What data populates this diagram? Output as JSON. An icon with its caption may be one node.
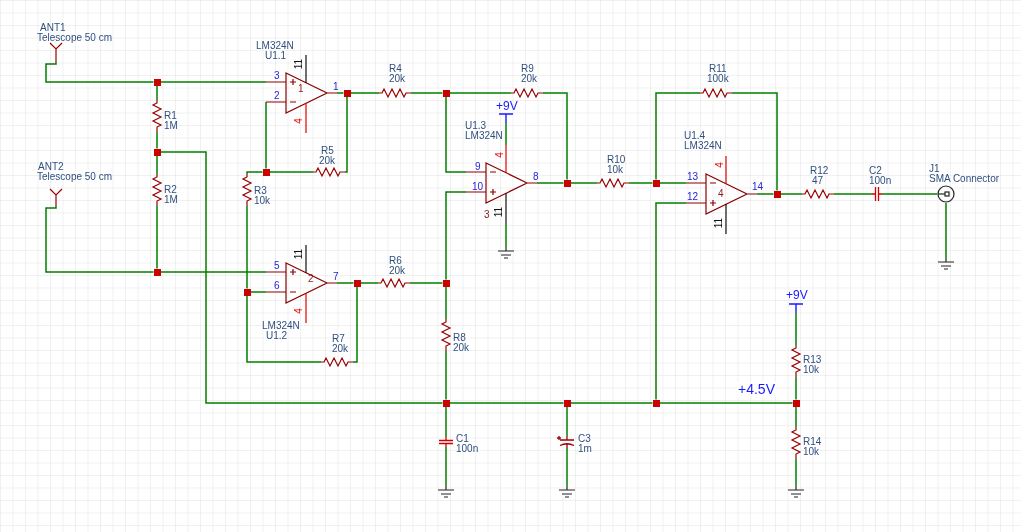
{
  "diagram": {
    "nodes": [
      {
        "text": [],
        "shape": "antenna",
        "beside": [
          "ANT1",
          "Telescope 50 cm"
        ]
      },
      {
        "text": [
          "3",
          "2",
          "1",
          "11",
          "4",
          "1"
        ],
        "beside": [
          "LM324N",
          "U1.1"
        ]
      },
      {
        "text": [],
        "shape": "resistor",
        "beside": [
          "R4",
          "20k"
        ]
      },
      {
        "text": [],
        "shape": "resistor",
        "beside": [
          "R9",
          "20k"
        ]
      },
      {
        "text": [],
        "shape": "resistor",
        "beside": [
          "R11",
          "100k"
        ]
      },
      {
        "text": [],
        "shape": "resistor",
        "beside": [
          "R1",
          "1M"
        ]
      },
      {
        "text": [],
        "shape": "bar",
        "beside": [
          "+9V"
        ]
      },
      {
        "text": [
          "9",
          "10",
          "8",
          "4",
          "11",
          "3"
        ],
        "beside": [
          "U1.3",
          "LM324N"
        ]
      },
      {
        "text": [],
        "shape": "resistor",
        "beside": [
          "R5",
          "20k"
        ]
      },
      {
        "text": [],
        "shape": "antenna",
        "beside": [
          "ANT2",
          "Telescope 50 cm"
        ]
      },
      {
        "text": [],
        "shape": "resistor",
        "beside": [
          "R3",
          "10k"
        ]
      },
      {
        "text": [],
        "shape": "resistor",
        "beside": [
          "R10",
          "10k"
        ]
      },
      {
        "text": [
          "13",
          "12",
          "14",
          "4",
          "11",
          "4"
        ],
        "beside": [
          "U1.4",
          "LM324N"
        ]
      },
      {
        "text": [],
        "shape": "resistor",
        "beside": [
          "R12",
          "47"
        ]
      },
      {
        "text": [],
        "shape": "capacitor",
        "beside": [
          "C2",
          "100n"
        ]
      },
      {
        "text": [],
        "shape": "circle",
        "beside": [
          "J1",
          "SMA Connector"
        ]
      },
      {
        "text": [],
        "shape": "resistor",
        "beside": [
          "R2",
          "1M"
        ]
      },
      {
        "text": [],
        "shape": "ground"
      },
      {
        "text": [],
        "shape": "ground"
      },
      {
        "text": [
          "5",
          "6",
          "7",
          "11",
          "4",
          "2"
        ],
        "beside": [
          "LM324N",
          "U1.2"
        ]
      },
      {
        "text": [],
        "shape": "resistor",
        "beside": [
          "R6",
          "20k"
        ]
      },
      {
        "text": [],
        "shape": "bar",
        "beside": [
          "+9V"
        ]
      },
      {
        "text": [],
        "shape": "resistor",
        "beside": [
          "R7",
          "20k"
        ]
      },
      {
        "text": [],
        "shape": "resistor",
        "beside": [
          "R8",
          "20k"
        ]
      },
      {
        "text": [],
        "shape": "resistor",
        "beside": [
          "R13",
          "10k"
        ]
      },
      {
        "text": [],
        "shape": "capacitor",
        "beside": [
          "C1",
          "100n"
        ]
      },
      {
        "text": [],
        "shape": "capacitor",
        "beside": [
          "C3",
          "1m"
        ]
      },
      {
        "text": [],
        "shape": "resistor",
        "beside": [
          "R14",
          "10k"
        ]
      },
      {
        "text": [],
        "shape": "ground"
      },
      {
        "text": [],
        "shape": "ground"
      },
      {
        "text": [],
        "shape": "ground"
      },
      {
        "text": [],
        "shape": "box"
      },
      {
        "text": [],
        "shape": "box"
      },
      {
        "text": [],
        "shape": "box"
      },
      {
        "text": [],
        "shape": "box"
      },
      {
        "text": [],
        "shape": "box"
      },
      {
        "text": [],
        "shape": "box"
      },
      {
        "text": [],
        "shape": "box"
      },
      {
        "text": [],
        "shape": "box"
      },
      {
        "text": [],
        "shape": "box"
      },
      {
        "text": [],
        "shape": "box"
      },
      {
        "text": [],
        "shape": "box"
      },
      {
        "text": [],
        "shape": "box"
      },
      {
        "text": [],
        "shape": "box"
      },
      {
        "text": [],
        "shape": "box"
      },
      {
        "text": [],
        "shape": "box"
      },
      {
        "text": [],
        "shape": "box"
      }
    ],
    "edges": [
      {
        "from": 0,
        "to": 31,
        "arrow": "none"
      },
      {
        "from": 31,
        "to": 1,
        "arrow": "none"
      },
      {
        "from": 31,
        "to": 5,
        "arrow": "none"
      },
      {
        "from": 5,
        "to": 32,
        "arrow": "none"
      },
      {
        "from": 32,
        "to": 16,
        "arrow": "none"
      },
      {
        "from": 16,
        "to": 33,
        "arrow": "none"
      },
      {
        "from": 9,
        "to": 33,
        "arrow": "none"
      },
      {
        "from": 33,
        "to": 19,
        "arrow": "none"
      },
      {
        "from": 32,
        "to": 43,
        "arrow": "none"
      },
      {
        "from": 1,
        "to": 34,
        "arrow": "none"
      },
      {
        "from": 34,
        "to": 2,
        "arrow": "none"
      },
      {
        "from": 2,
        "to": 35,
        "arrow": "none"
      },
      {
        "from": 34,
        "to": 8,
        "arrow": "none"
      },
      {
        "from": 8,
        "to": 36,
        "arrow": "none"
      },
      {
        "from": 36,
        "to": 1,
        "arrow": "none"
      },
      {
        "from": 36,
        "to": 10,
        "arrow": "none"
      },
      {
        "from": 10,
        "to": 37,
        "arrow": "none"
      },
      {
        "from": 37,
        "to": 19,
        "arrow": "none"
      },
      {
        "from": 37,
        "to": 22,
        "arrow": "none"
      },
      {
        "from": 22,
        "to": 38,
        "arrow": "none"
      },
      {
        "from": 19,
        "to": 38,
        "arrow": "none"
      },
      {
        "from": 38,
        "to": 20,
        "arrow": "none"
      },
      {
        "from": 20,
        "to": 39,
        "arrow": "none"
      },
      {
        "from": 35,
        "to": 3,
        "arrow": "none"
      },
      {
        "from": 3,
        "to": 40,
        "arrow": "none"
      },
      {
        "from": 35,
        "to": 7,
        "arrow": "none"
      },
      {
        "from": 39,
        "to": 7,
        "arrow": "none"
      },
      {
        "from": 39,
        "to": 23,
        "arrow": "none"
      },
      {
        "from": 23,
        "to": 43,
        "arrow": "none"
      },
      {
        "from": 6,
        "to": 7,
        "arrow": "none"
      },
      {
        "from": 7,
        "to": 17,
        "arrow": "none"
      },
      {
        "from": 7,
        "to": 40,
        "arrow": "none"
      },
      {
        "from": 40,
        "to": 11,
        "arrow": "none"
      },
      {
        "from": 11,
        "to": 41,
        "arrow": "none"
      },
      {
        "from": 41,
        "to": 4,
        "arrow": "none"
      },
      {
        "from": 4,
        "to": 42,
        "arrow": "none"
      },
      {
        "from": 41,
        "to": 12,
        "arrow": "none"
      },
      {
        "from": 12,
        "to": 42,
        "arrow": "none"
      },
      {
        "from": 42,
        "to": 13,
        "arrow": "none"
      },
      {
        "from": 13,
        "to": 14,
        "arrow": "none"
      },
      {
        "from": 14,
        "to": 15,
        "arrow": "none"
      },
      {
        "from": 15,
        "to": 18,
        "arrow": "none"
      },
      {
        "from": 12,
        "to": 45,
        "arrow": "none"
      },
      {
        "from": 43,
        "to": 25,
        "arrow": "none"
      },
      {
        "from": 25,
        "to": 28,
        "arrow": "none"
      },
      {
        "from": 43,
        "to": 44,
        "arrow": "none"
      },
      {
        "from": 44,
        "to": 26,
        "arrow": "none"
      },
      {
        "from": 26,
        "to": 29,
        "arrow": "none"
      },
      {
        "from": 44,
        "to": 45,
        "arrow": "none"
      },
      {
        "from": 45,
        "to": 46,
        "arrow": "none",
        "label": "+4.5V"
      },
      {
        "from": 46,
        "to": 24,
        "arrow": "none"
      },
      {
        "from": 24,
        "to": 21,
        "arrow": "none"
      },
      {
        "from": 46,
        "to": 27,
        "arrow": "none"
      },
      {
        "from": 27,
        "to": 30,
        "arrow": "none"
      }
    ]
  }
}
